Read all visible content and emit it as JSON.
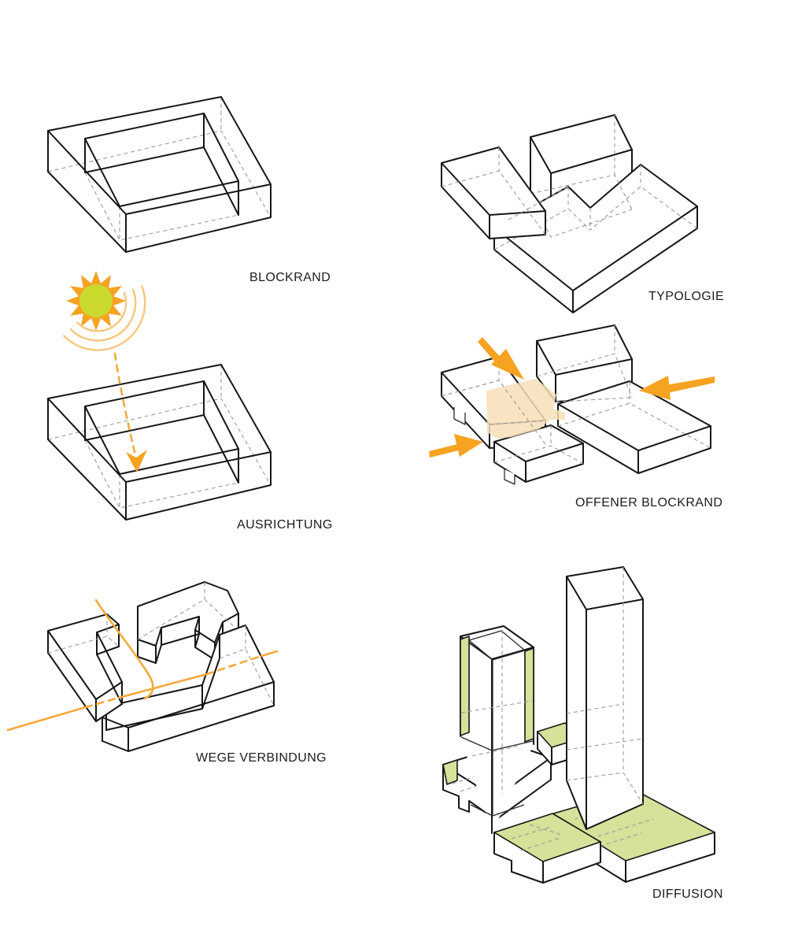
{
  "panels": [
    {
      "id": "blockrand",
      "label": "BLOCKRAND"
    },
    {
      "id": "typologie",
      "label": "TYPOLOGIE"
    },
    {
      "id": "ausrichtung",
      "label": "AUSRICHTUNG"
    },
    {
      "id": "offener-blockrand",
      "label": "OFFENER BLOCKRAND"
    },
    {
      "id": "wege-verbindung",
      "label": "WEGE VERBINDUNG"
    },
    {
      "id": "diffusion",
      "label": "DIFFUSION"
    }
  ],
  "colors": {
    "line": "#161616",
    "hidden_line": "#9a9a9a",
    "accent_orange": "#f6a322",
    "light_orange_arc": "#f7c77d",
    "sun_core_green": "#c9d92e",
    "courtyard_beige": "#f7dfb9",
    "diffusion_green": "#d4e29a",
    "background": "#ffffff"
  }
}
